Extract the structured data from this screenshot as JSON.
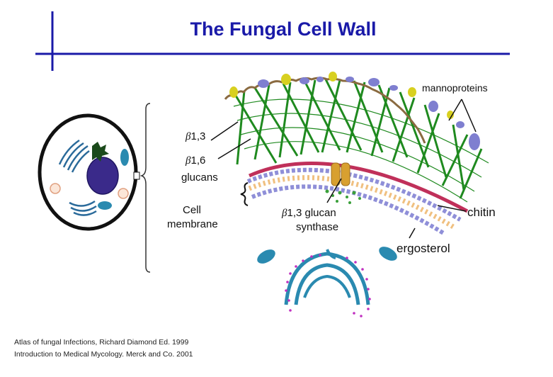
{
  "title": "The Fungal Cell Wall",
  "labels": {
    "mannoproteins": "mannoproteins",
    "b13_greek": "β",
    "b13": "1,3",
    "b16_greek": "β",
    "b16": "1,6",
    "glucans": "glucans",
    "cell": "Cell",
    "membrane": "membrane",
    "synthase_greek": "β",
    "synthase_line1": "1,3 glucan",
    "synthase_line2": "synthase",
    "chitin": "chitin",
    "ergosterol": "ergosterol"
  },
  "citations": [
    "Atlas of fungal Infections, Richard Diamond Ed. 1999",
    "Introduction to Medical Mycology. Merck and Co. 2001"
  ],
  "colors": {
    "title": "#1a1aa8",
    "rule": "#1a1aa8",
    "glucan_fibers": "#1f8a1f",
    "mannoprotein_yellow": "#d8d020",
    "mannoprotein_purple": "#7f7fd0",
    "chitin": "#c0305a",
    "membrane_head": "#8f8fd8",
    "membrane_tail": "#f0c080",
    "synthase": "#d8a030",
    "organelle": "#2a8ab0",
    "nucleus": "#3a2a8a"
  }
}
